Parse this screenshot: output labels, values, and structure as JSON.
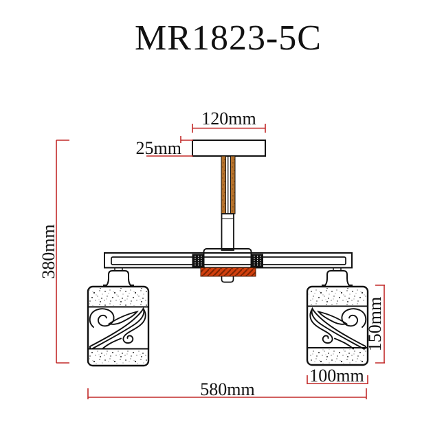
{
  "title": "MR1823-5C",
  "dimensions": {
    "canopy_width": "120mm",
    "canopy_height": "25mm",
    "overall_height": "380mm",
    "shade_height": "150mm",
    "shade_width": "100mm",
    "overall_width": "580mm"
  },
  "colors": {
    "dimension_line": "#c22a29",
    "outline": "#111111",
    "rod_wood": "#b5722c",
    "mount_plate_orange": "#d2400e"
  }
}
